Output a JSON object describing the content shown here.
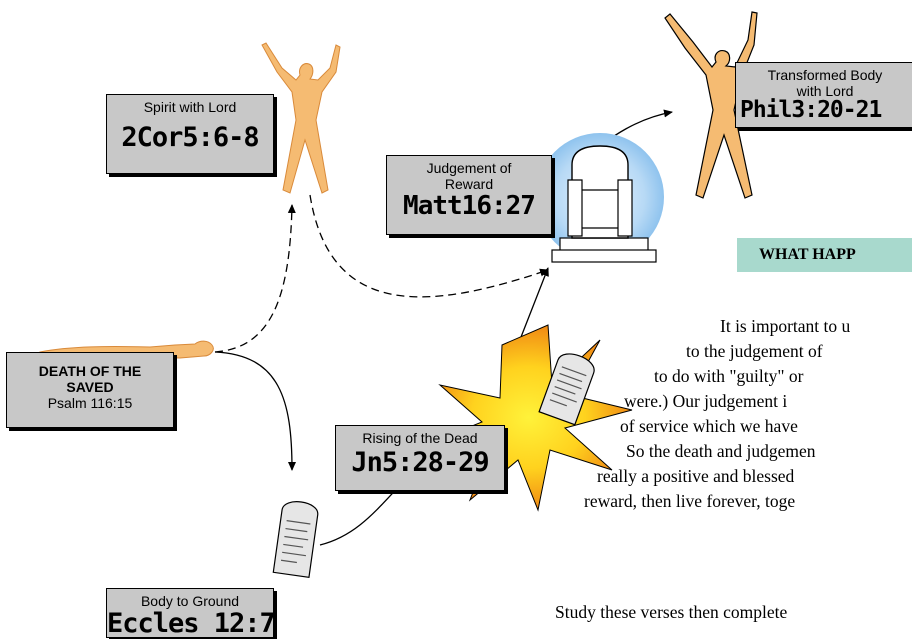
{
  "nodes": {
    "spirit": {
      "caption": "Spirit with Lord",
      "ref": "2Cor5:6-8"
    },
    "transformed": {
      "caption_line1": "Transformed Body",
      "caption_line2": "with Lord",
      "ref": "Phil3:20-21"
    },
    "judgement": {
      "caption_line1": "Judgement of",
      "caption_line2": "Reward",
      "ref": "Matt16:27"
    },
    "death": {
      "caption_line1": "DEATH OF THE",
      "caption_line2": "SAVED",
      "ref": "Psalm 116:15"
    },
    "rising": {
      "caption": "Rising of the Dead",
      "ref": "Jn5:28-29"
    },
    "body": {
      "caption": "Body to Ground",
      "ref": "Eccles 12:7"
    }
  },
  "heading": "WHAT HAPP",
  "paragraph_lines": [
    "It is important to u",
    "to the judgement of",
    "to do with \"guilty\" or",
    "were.)  Our judgement i",
    "of service which we have",
    "So the death and judgemen",
    "really a positive and blessed",
    "reward, then live forever, toge"
  ],
  "footer_line": "Study these verses then complete",
  "colors": {
    "figure_fill": "#f5bb72",
    "box_fill": "#c8c8c8",
    "heading_fill": "#a8d9cd",
    "burst_outer": "#f08a14",
    "burst_inner": "#fff23a",
    "halo": "#8fc3ee"
  }
}
